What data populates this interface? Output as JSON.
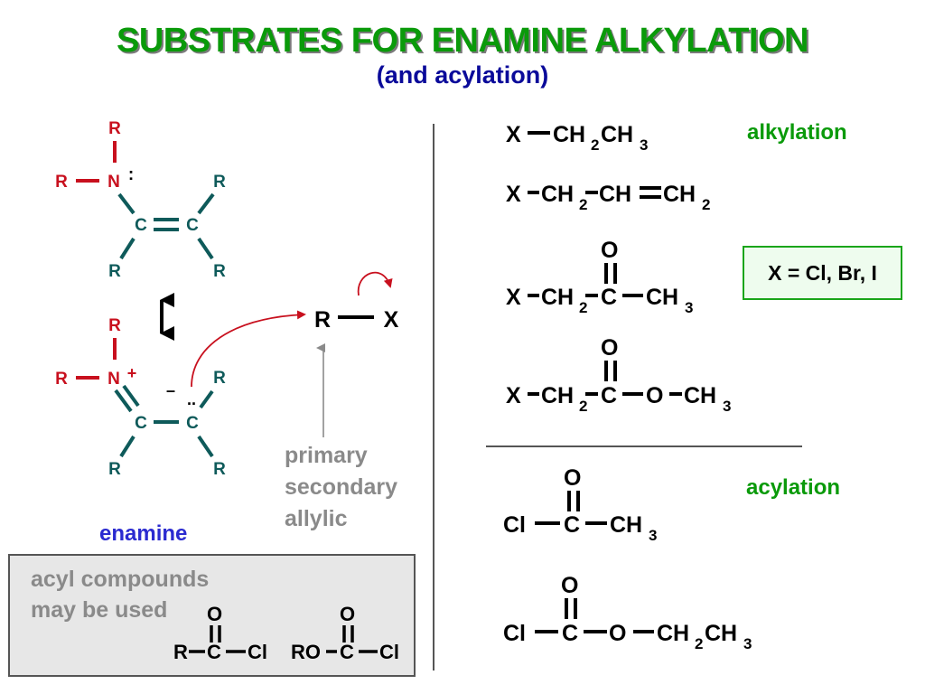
{
  "title": "SUBSTRATES FOR ENAMINE ALKYLATION",
  "subtitle": "(and acylation)",
  "labels": {
    "alkylation": "alkylation",
    "acylation": "acylation",
    "enamine": "enamine",
    "halogens": "X = Cl, Br, I",
    "primary": "primary",
    "secondary": "secondary",
    "allylic": "allylic",
    "acyl_line1": "acyl compounds",
    "acyl_line2": "may be used"
  },
  "atoms": {
    "R": "R",
    "N": "N",
    "C": "C",
    "X": "X",
    "O": "O",
    "Cl": "Cl",
    "RO": "RO",
    "CH": "CH",
    "CH2": "CH",
    "CH3": "CH",
    "sub2": "2",
    "sub3": "3",
    "plus": "+",
    "minus": "–",
    "lonepair_v": ":",
    "lonepair_h": ".."
  },
  "colors": {
    "title_green": "#0a9a0a",
    "subtitle_blue": "#0a0a9a",
    "amine_red": "#c8101e",
    "carbon_teal": "#0e5a5a",
    "gray_text": "#8a8a8a",
    "enamine_blue": "#2b2bd0",
    "arrow_red": "#c8101e"
  }
}
